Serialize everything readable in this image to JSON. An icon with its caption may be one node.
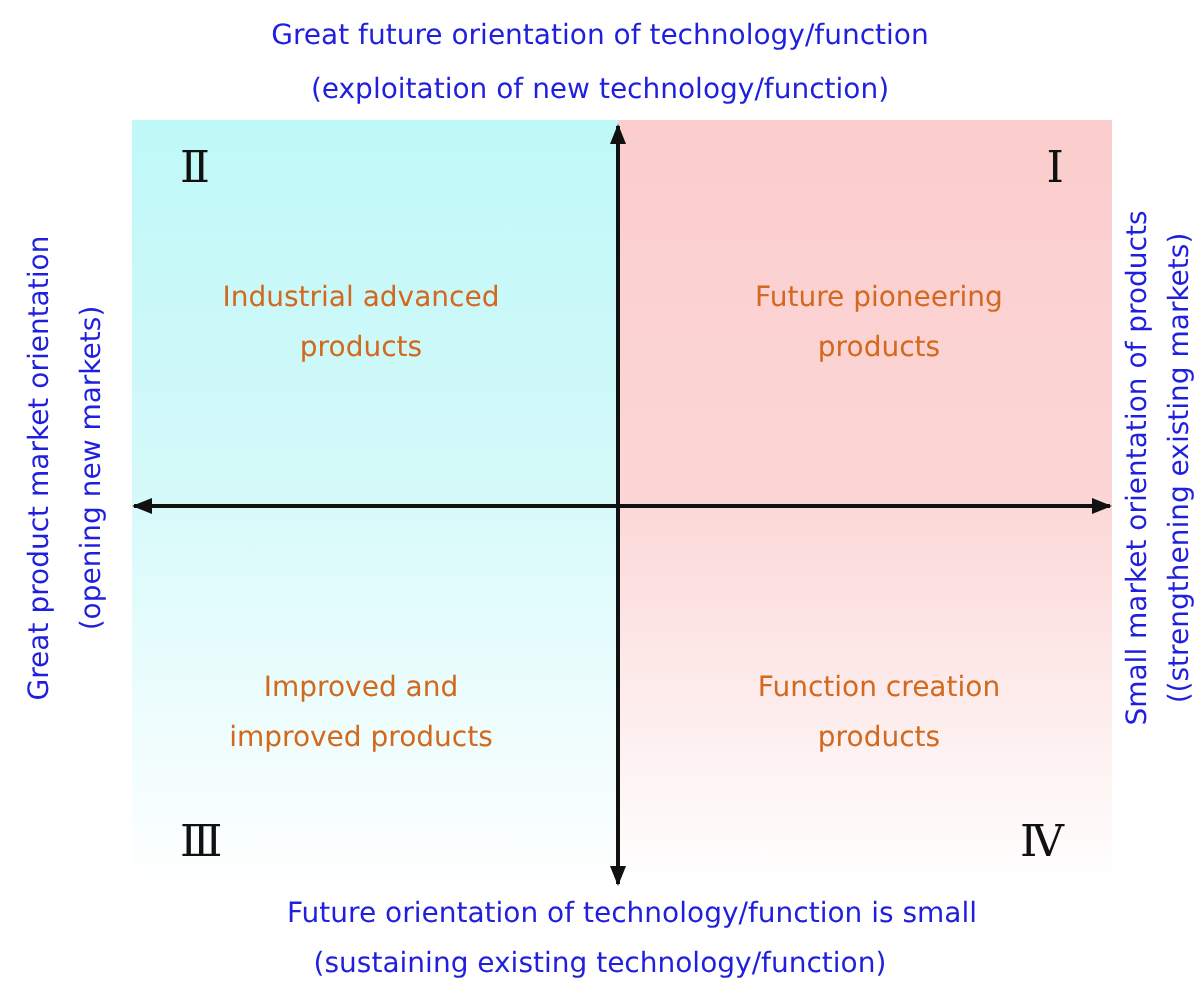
{
  "diagram": {
    "nodes": [
      {
        "text": [
          "Ⅱ",
          "Industrial advanced products"
        ]
      },
      {
        "text": [
          "Ⅰ",
          "Future pioneering products"
        ]
      },
      {
        "text": [
          "Improved and improved products",
          "Ⅲ"
        ]
      },
      {
        "text": [
          "Function creation products",
          "Ⅳ"
        ]
      }
    ],
    "labels": [
      "Great future orientation of technology/function",
      "(exploitation of new technology/function)",
      "Great product market orientation",
      "(opening new markets)",
      "Small market orientation of products",
      "((strengthening existing markets)",
      "Future orientation of technology/function is small",
      "(sustaining existing technology/function)"
    ]
  }
}
